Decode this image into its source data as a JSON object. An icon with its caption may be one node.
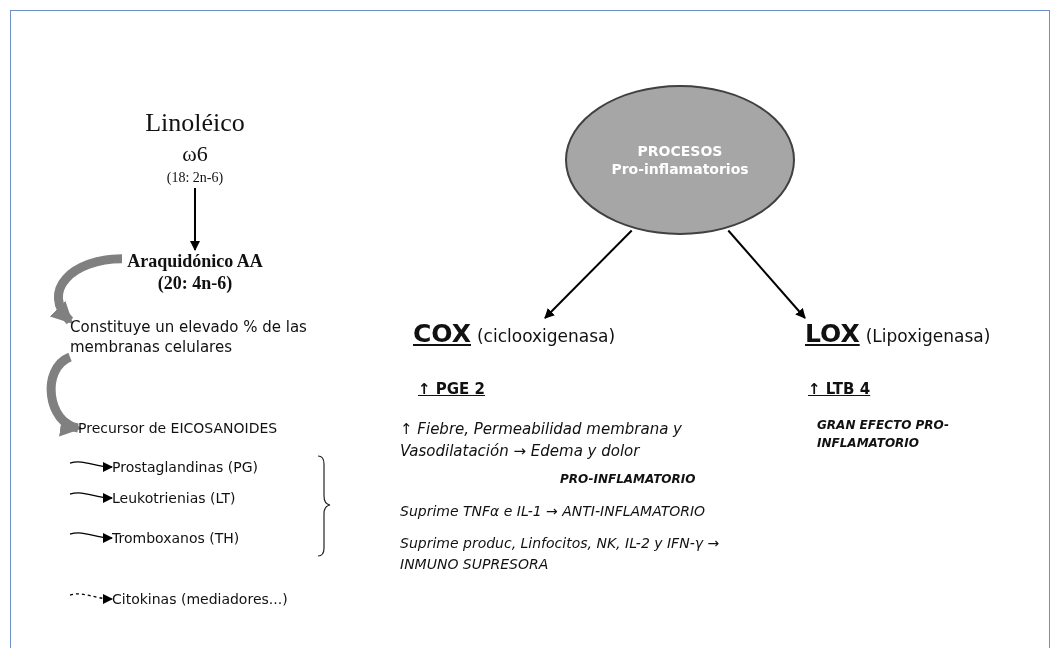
{
  "diagram": {
    "nodes": [
      {
        "text": [
          "Linoléico",
          "ω6",
          "(18: 2n-6)"
        ]
      },
      {
        "text": [
          "Araquidónico AA",
          "(20: 4n-6)"
        ]
      },
      {
        "text": [
          "Constituye un elevado % de las membranas celulares"
        ]
      },
      {
        "text": [
          "Precursor de EICOSANOIDES"
        ]
      },
      {
        "text": [
          "Prostaglandinas (PG)"
        ]
      },
      {
        "text": [
          "Leukotrienias (LT)"
        ]
      },
      {
        "text": [
          "Tromboxanos (TH)"
        ]
      },
      {
        "text": [
          "Citokinas (mediadores...)"
        ]
      },
      {
        "text": [
          "PROCESOS",
          "Pro-inflamatorios"
        ]
      },
      {
        "text": [
          "COX",
          "(ciclooxigenasa)"
        ]
      },
      {
        "text": [
          "LOX",
          "(Lipoxigenasa)"
        ]
      }
    ],
    "edges": [
      {
        "from": 0,
        "to": 1,
        "arrow": "to"
      },
      {
        "from": 1,
        "to": 2,
        "arrow": "to",
        "style": "thick",
        "color": "#808080"
      },
      {
        "from": 2,
        "to": 3,
        "arrow": "to",
        "style": "thick",
        "color": "#808080"
      },
      {
        "from": null,
        "to": 4,
        "arrow": "to"
      },
      {
        "from": null,
        "to": 5,
        "arrow": "to"
      },
      {
        "from": null,
        "to": 6,
        "arrow": "to"
      },
      {
        "from": null,
        "to": 7,
        "arrow": "to",
        "style": "dashed"
      },
      {
        "from": 8,
        "to": 9,
        "arrow": "to"
      },
      {
        "from": 8,
        "to": 10,
        "arrow": "to"
      }
    ],
    "labels": [
      "↑ PGE 2",
      "↑ Fiebre, Permeabilidad membrana y Vasodilatación → Edema y dolor",
      "PRO-INFLAMATORIO",
      "Suprime TNFα e IL-1 → ANTI-INFLAMATORIO",
      "Suprime produc, Linfocitos, NK, IL-2 y IFN-γ → INMUNO SUPRESORA",
      "↑ LTB 4",
      "GRAN EFECTO PRO-INFLAMATORIO"
    ]
  }
}
